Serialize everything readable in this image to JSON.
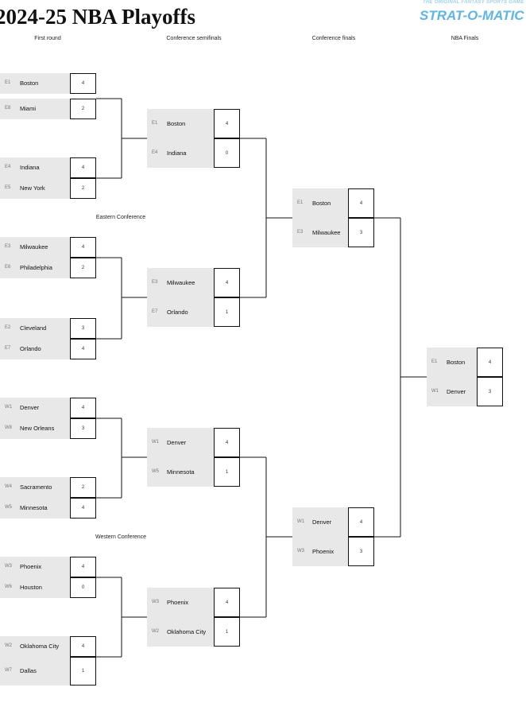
{
  "title": "2024-25 NBA Playoffs",
  "logo": {
    "tagline": "THE ORIGINAL FANTASY SPORTS GAME",
    "brand": "STRAT-O-MATIC"
  },
  "rounds": [
    "First round",
    "Conference semifinals",
    "Conference finals",
    "NBA Finals"
  ],
  "conferences": {
    "east": "Eastern Conference",
    "west": "Western Conference"
  },
  "first_round": [
    {
      "top": {
        "seed": "E1",
        "name": "Boston",
        "score": "4"
      },
      "bot": {
        "seed": "E8",
        "name": "Miami",
        "score": "2"
      }
    },
    {
      "top": {
        "seed": "E4",
        "name": "Indiana",
        "score": "4"
      },
      "bot": {
        "seed": "E5",
        "name": "New York",
        "score": "2"
      }
    },
    {
      "top": {
        "seed": "E3",
        "name": "Milwaukee",
        "score": "4"
      },
      "bot": {
        "seed": "E6",
        "name": "Philadelphia",
        "score": "2"
      }
    },
    {
      "top": {
        "seed": "E2",
        "name": "Cleveland",
        "score": "3"
      },
      "bot": {
        "seed": "E7",
        "name": "Orlando",
        "score": "4"
      }
    },
    {
      "top": {
        "seed": "W1",
        "name": "Denver",
        "score": "4"
      },
      "bot": {
        "seed": "W8",
        "name": "New Orleans",
        "score": "3"
      }
    },
    {
      "top": {
        "seed": "W4",
        "name": "Sacramento",
        "score": "2"
      },
      "bot": {
        "seed": "W5",
        "name": "Minnesota",
        "score": "4"
      }
    },
    {
      "top": {
        "seed": "W3",
        "name": "Phoenix",
        "score": "4"
      },
      "bot": {
        "seed": "W6",
        "name": "Houston",
        "score": "0"
      }
    },
    {
      "top": {
        "seed": "W2",
        "name": "Oklahoma City",
        "score": "4"
      },
      "bot": {
        "seed": "W7",
        "name": "Dallas",
        "score": "1"
      }
    }
  ],
  "semifinals": [
    {
      "top": {
        "seed": "E1",
        "name": "Boston",
        "score": "4"
      },
      "bot": {
        "seed": "E4",
        "name": "Indiana",
        "score": "0"
      }
    },
    {
      "top": {
        "seed": "E3",
        "name": "Milwaukee",
        "score": "4"
      },
      "bot": {
        "seed": "E7",
        "name": "Orlando",
        "score": "1"
      }
    },
    {
      "top": {
        "seed": "W1",
        "name": "Denver",
        "score": "4"
      },
      "bot": {
        "seed": "W5",
        "name": "Minnesota",
        "score": "1"
      }
    },
    {
      "top": {
        "seed": "W3",
        "name": "Phoenix",
        "score": "4"
      },
      "bot": {
        "seed": "W2",
        "name": "Oklahoma City",
        "score": "1"
      }
    }
  ],
  "conf_finals": [
    {
      "top": {
        "seed": "E1",
        "name": "Boston",
        "score": "4"
      },
      "bot": {
        "seed": "E3",
        "name": "Milwaukee",
        "score": "3"
      }
    },
    {
      "top": {
        "seed": "W1",
        "name": "Denver",
        "score": "4"
      },
      "bot": {
        "seed": "W3",
        "name": "Phoenix",
        "score": "3"
      }
    }
  ],
  "finals": [
    {
      "top": {
        "seed": "E1",
        "name": "Boston",
        "score": "4"
      },
      "bot": {
        "seed": "W1",
        "name": "Denver",
        "score": "3"
      }
    }
  ]
}
